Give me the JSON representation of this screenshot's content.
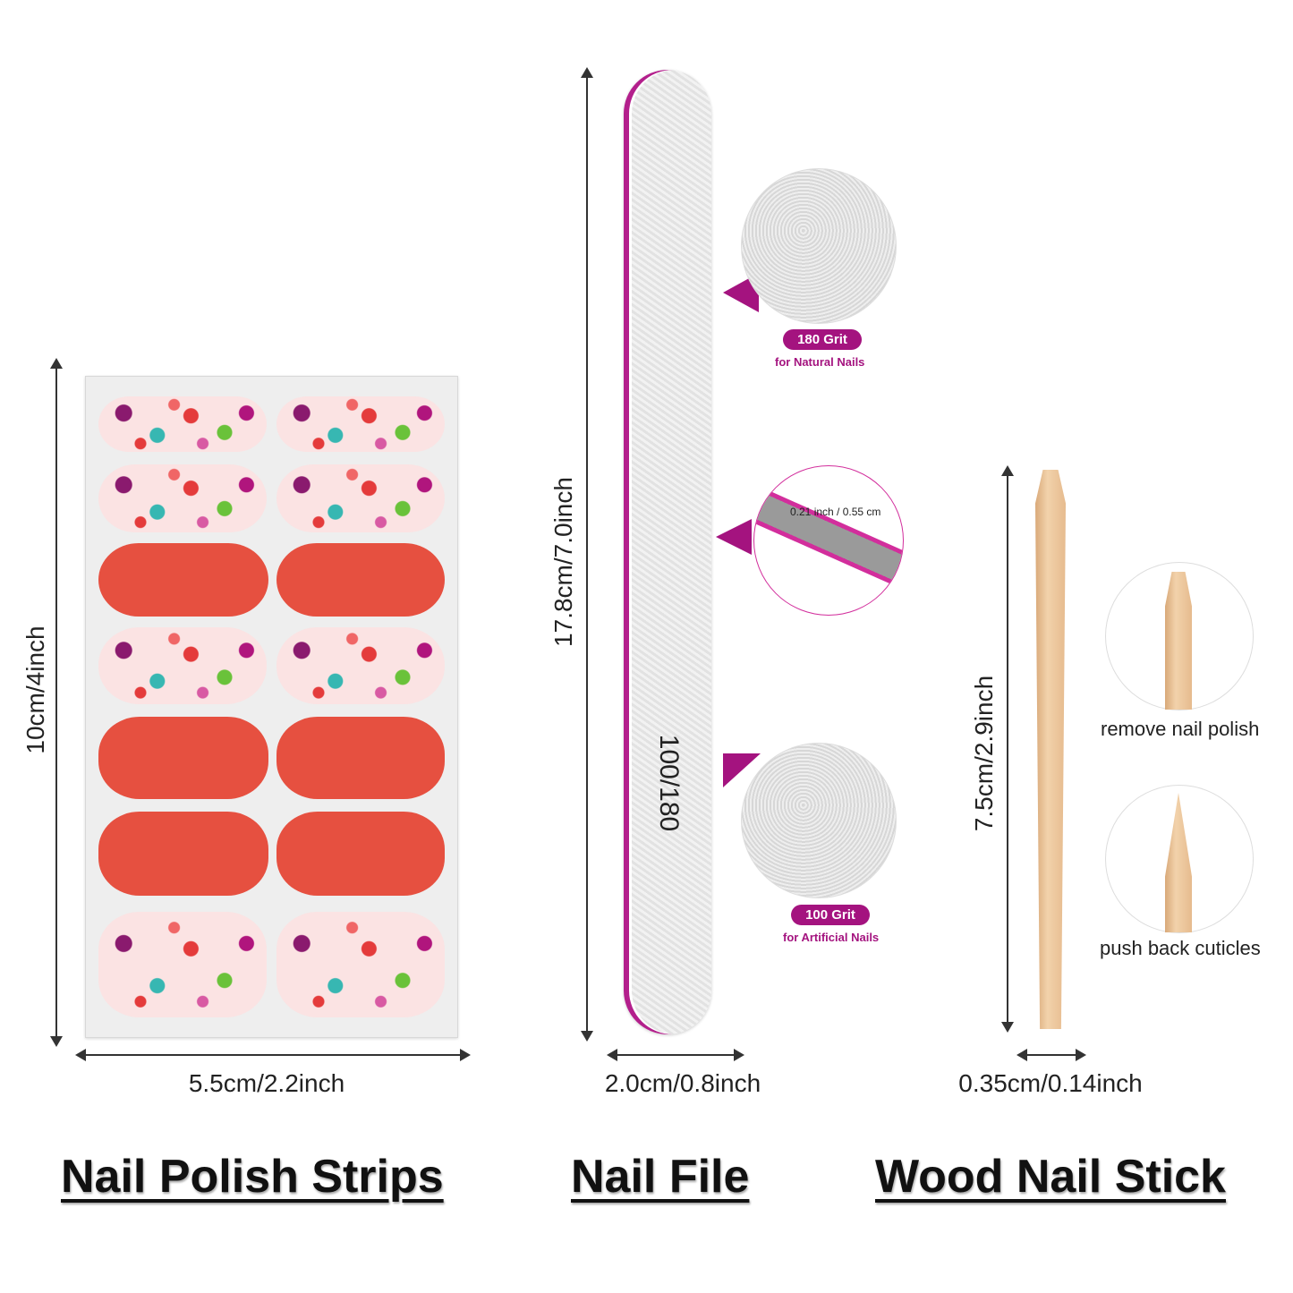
{
  "strips": {
    "height_label": "10cm/4inch",
    "width_label": "5.5cm/2.2inch",
    "title": "Nail Polish Strips",
    "colors": {
      "solid": "#e65040",
      "hearts_bg": "#fbe3e3"
    }
  },
  "file": {
    "length_label": "17.8cm/7.0inch",
    "width_label": "2.0cm/0.8inch",
    "print": "100/180",
    "thickness_label": "0.21 inch / 0.55 cm",
    "grit_top": {
      "label": "180 Grit",
      "sub": "for Natural Nails"
    },
    "grit_bottom": {
      "label": "100 Grit",
      "sub": "for Artificial Nails"
    },
    "title": "Nail File",
    "colors": {
      "accent": "#a4137f"
    }
  },
  "stick": {
    "length_label": "7.5cm/2.9inch",
    "width_label": "0.35cm/0.14inch",
    "caption_top": "remove nail polish",
    "caption_bottom": "push back cuticles",
    "title": "Wood Nail Stick",
    "colors": {
      "wood": "#e9c39a"
    }
  }
}
